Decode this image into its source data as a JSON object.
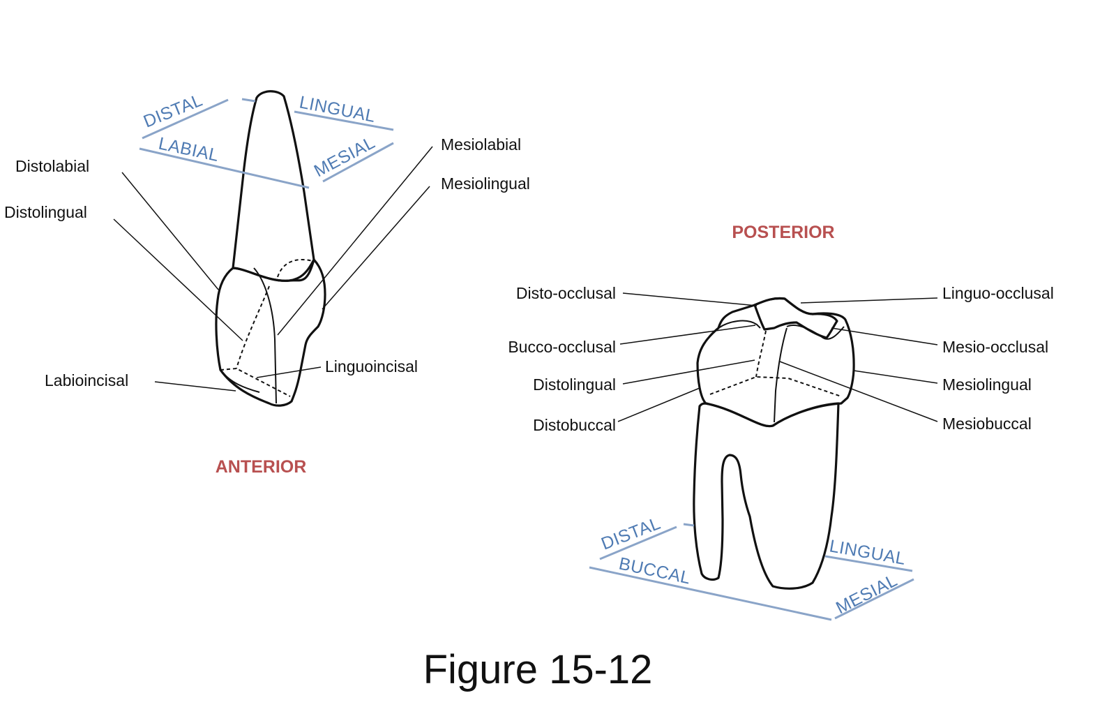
{
  "figure_caption": "Figure 15-12",
  "anterior": {
    "heading": "ANTERIOR",
    "directions": {
      "distal": "DISTAL",
      "lingual": "LINGUAL",
      "labial": "LABIAL",
      "mesial": "MESIAL"
    },
    "labels": {
      "distolabial": "Distolabial",
      "distolingual": "Distolingual",
      "mesiolabial": "Mesiolabial",
      "mesiolingual": "Mesiolingual",
      "labioincisal": "Labioincisal",
      "linguoincisal": "Linguoincisal"
    }
  },
  "posterior": {
    "heading": "POSTERIOR",
    "directions": {
      "distal": "DISTAL",
      "buccal": "BUCCAL",
      "lingual": "LINGUAL",
      "mesial": "MESIAL"
    },
    "labels": {
      "disto_occlusal": "Disto-occlusal",
      "bucco_occlusal": "Bucco-occlusal",
      "distolingual": "Distolingual",
      "distobuccal": "Distobuccal",
      "linguo_occlusal": "Linguo-occlusal",
      "mesio_occlusal": "Mesio-occlusal",
      "mesiolingual": "Mesiolingual",
      "mesiobuccal": "Mesiobuccal"
    }
  },
  "colors": {
    "root_fill": "#ebe8b8",
    "occlusal_fill": "#dcecf8",
    "direction_text": "#4f7bb3",
    "direction_line": "#8aa4c8",
    "heading_text": "#b85050"
  }
}
